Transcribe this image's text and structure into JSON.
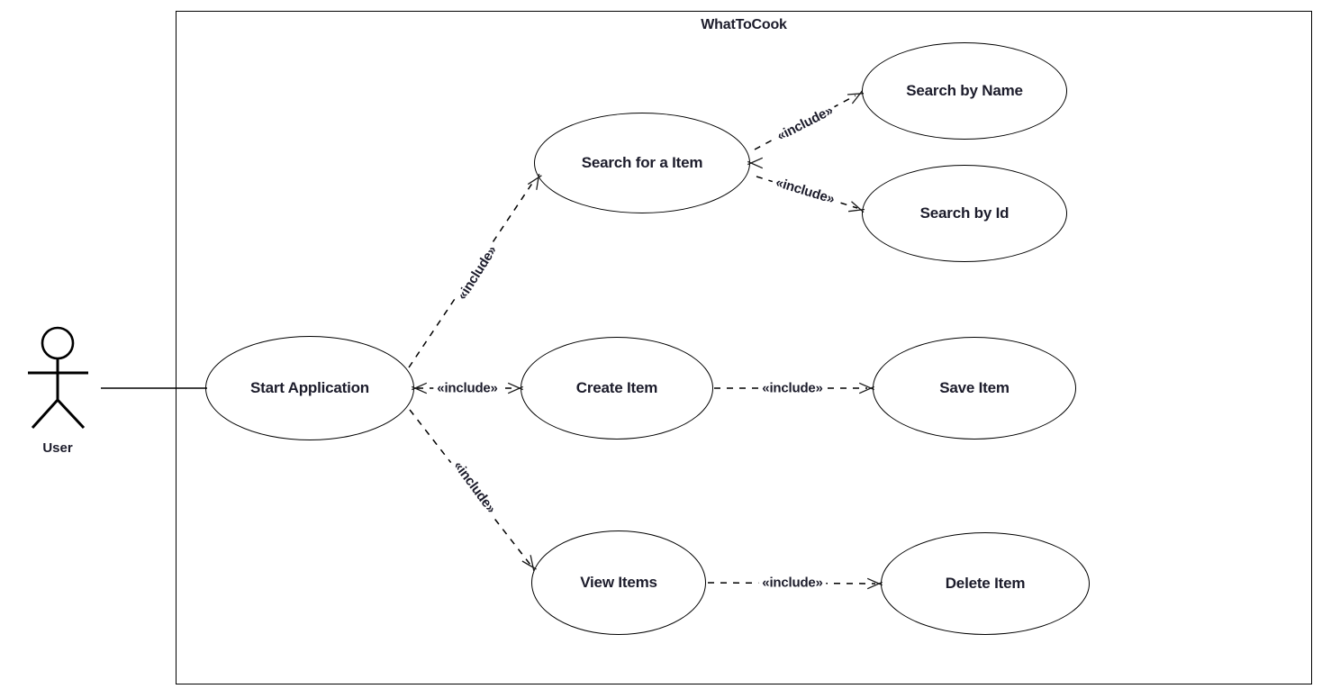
{
  "diagram": {
    "type": "uml-use-case-diagram",
    "system_title": "WhatToCook",
    "actor": {
      "name": "User"
    },
    "include_keyword": "«include»"
  },
  "use_cases": [
    {
      "id": "start-application",
      "label": "Start Application"
    },
    {
      "id": "search-for-a-item",
      "label": "Search for a Item"
    },
    {
      "id": "search-by-name",
      "label": "Search by Name"
    },
    {
      "id": "search-by-id",
      "label": "Search by Id"
    },
    {
      "id": "create-item",
      "label": "Create Item"
    },
    {
      "id": "save-item",
      "label": "Save Item"
    },
    {
      "id": "view-items",
      "label": "View Items"
    },
    {
      "id": "delete-item",
      "label": "Delete Item"
    }
  ],
  "connections": [
    {
      "from": "User",
      "to": "Start Application",
      "type": "association",
      "style": "solid",
      "label": ""
    },
    {
      "from": "Start Application",
      "to": "Search for a Item",
      "type": "include",
      "style": "dashed",
      "label": "«include»"
    },
    {
      "from": "Start Application",
      "to": "Create Item",
      "type": "include",
      "style": "dashed",
      "label": "«include»"
    },
    {
      "from": "Start Application",
      "to": "View Items",
      "type": "include",
      "style": "dashed",
      "label": "«include»"
    },
    {
      "from": "Search for a Item",
      "to": "Search by Name",
      "type": "include",
      "style": "dashed",
      "label": "«include»"
    },
    {
      "from": "Search for a Item",
      "to": "Search by Id",
      "type": "include",
      "style": "dashed",
      "label": "«include»"
    },
    {
      "from": "Create Item",
      "to": "Save Item",
      "type": "include",
      "style": "dashed",
      "label": "«include»"
    },
    {
      "from": "View Items",
      "to": "Delete Item",
      "type": "include",
      "style": "dashed",
      "label": "«include»"
    }
  ],
  "colors": {
    "line": "#000000",
    "text": "#1c1c2b",
    "background": "#ffffff"
  }
}
